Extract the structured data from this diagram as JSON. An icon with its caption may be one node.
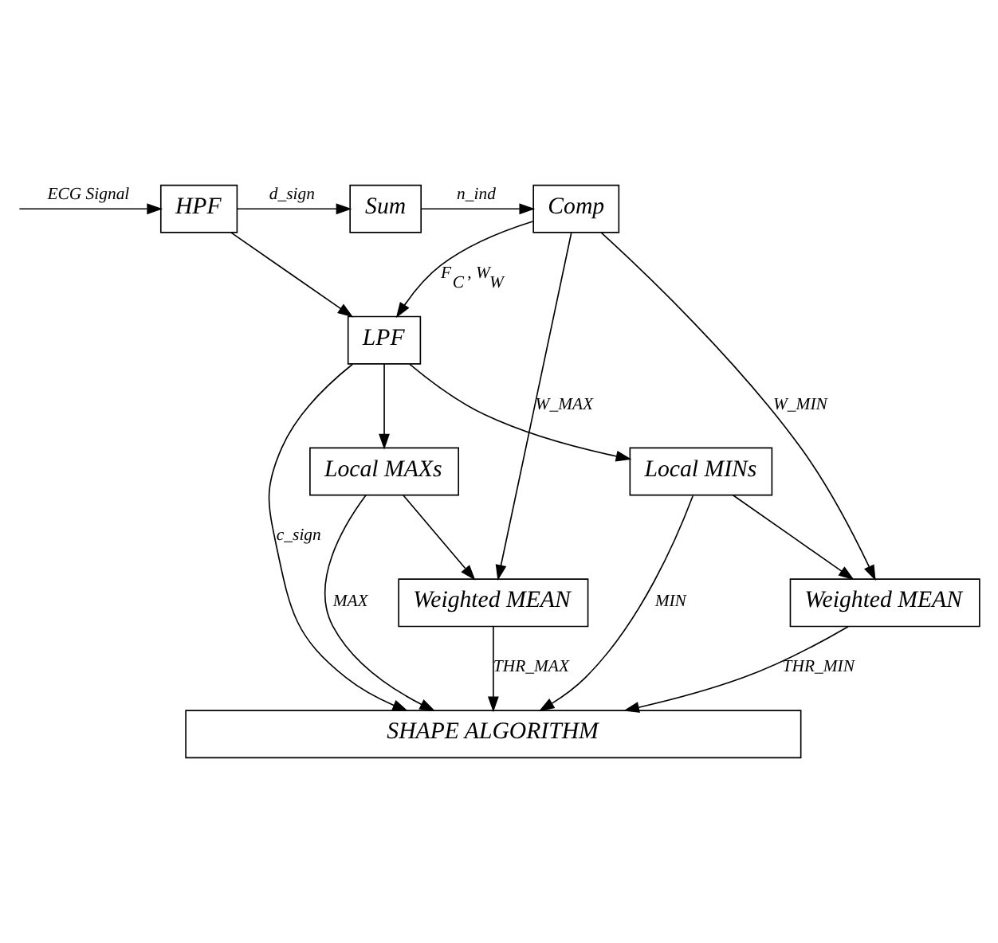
{
  "diagram": {
    "nodes": [
      {
        "text": [
          "HPF"
        ]
      },
      {
        "text": [
          "Sum"
        ]
      },
      {
        "text": [
          "Comp"
        ]
      },
      {
        "text": [
          "LPF"
        ]
      },
      {
        "text": [
          "Local MAXs"
        ]
      },
      {
        "text": [
          "Local MINs"
        ]
      },
      {
        "text": [
          "Weighted MEAN"
        ]
      },
      {
        "text": [
          "Weighted MEAN"
        ]
      },
      {
        "text": [
          "SHAPE ALGORITHM"
        ]
      }
    ],
    "edges": [
      {
        "from": null,
        "to": 0,
        "arrow": "to",
        "label": "ECG Signal"
      },
      {
        "from": 0,
        "to": 1,
        "arrow": "to",
        "label": "d_sign"
      },
      {
        "from": 0,
        "to": 3,
        "arrow": "to"
      },
      {
        "from": 1,
        "to": 2,
        "arrow": "to",
        "label": "n_ind"
      },
      {
        "from": 2,
        "to": 3,
        "arrow": "to",
        "label": "F$_{C}$ , W$_{W}$"
      },
      {
        "from": 2,
        "to": 6,
        "arrow": "to",
        "label": "W_MAX"
      },
      {
        "from": 2,
        "to": 7,
        "arrow": "to",
        "label": "W_MIN"
      },
      {
        "from": 3,
        "to": 4,
        "arrow": "to"
      },
      {
        "from": 3,
        "to": 5,
        "arrow": "to"
      },
      {
        "from": 3,
        "to": 8,
        "arrow": "to",
        "label": "c_sign"
      },
      {
        "from": 4,
        "to": 6,
        "arrow": "to"
      },
      {
        "from": 4,
        "to": 8,
        "arrow": "to",
        "label": "MAX"
      },
      {
        "from": 5,
        "to": 7,
        "arrow": "to"
      },
      {
        "from": 5,
        "to": 8,
        "arrow": "to",
        "label": "MIN"
      },
      {
        "from": 6,
        "to": 8,
        "arrow": "to",
        "label": "THR_MAX"
      },
      {
        "from": 7,
        "to": 8,
        "arrow": "to",
        "label": "THR_MIN"
      }
    ]
  }
}
